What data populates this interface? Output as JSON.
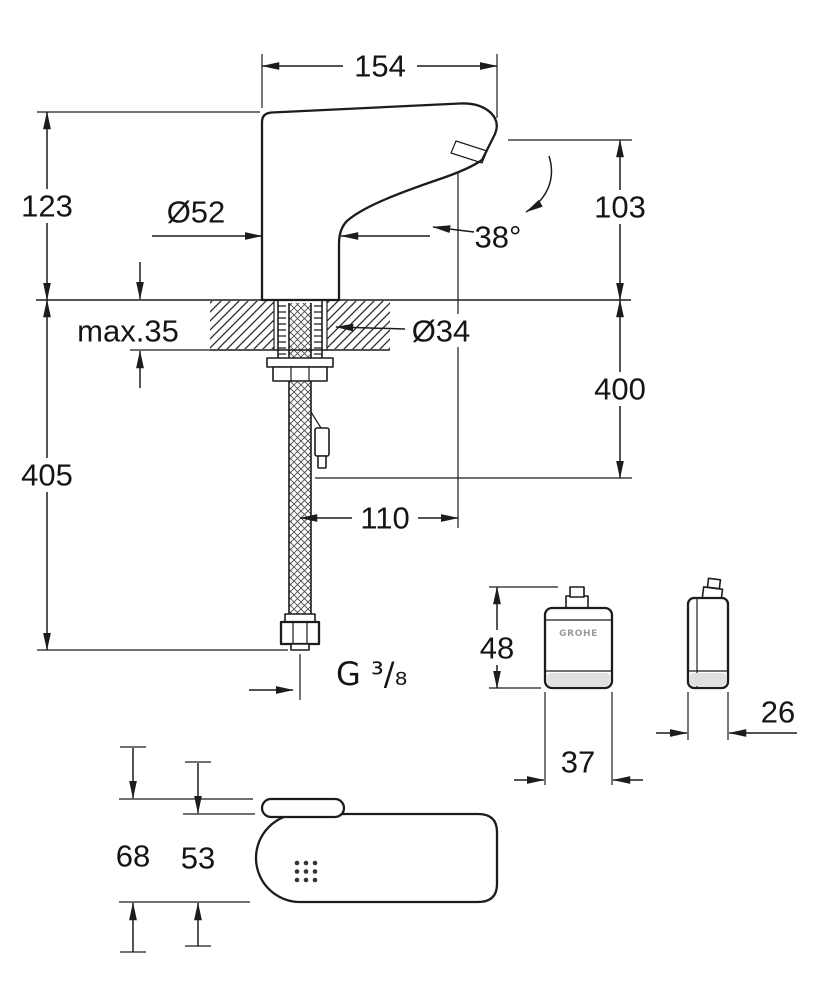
{
  "page": {
    "background": "#ffffff",
    "line_color": "#1c1c1c"
  },
  "views": {
    "front": {
      "dims": {
        "spout_width": "154",
        "height_above_deck": "123",
        "base_diameter": "Ø52",
        "spray_angle": "38°",
        "outlet_height": "103",
        "max_deck_thickness": "max.35",
        "hole_diameter": "Ø34",
        "hose_drop": "400",
        "overall_drop": "405",
        "spout_projection": "110",
        "supply_thread": "G ³/₈"
      }
    },
    "control_box": {
      "brand": "GROHE",
      "dims": {
        "height": "48",
        "width": "37",
        "depth": "26"
      }
    },
    "top": {
      "dims": {
        "overall_width": "68",
        "body_width": "53"
      }
    }
  }
}
